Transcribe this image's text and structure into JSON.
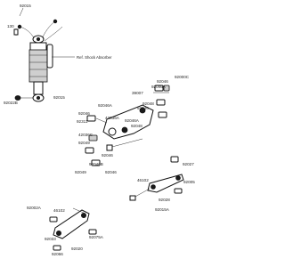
{
  "diagram": {
    "ref_label": "Ref. Shock Absorber",
    "part_labels": {
      "p92015_top": "92015",
      "p130": "130",
      "p92015_mid": "92015",
      "p92022b": "92022B",
      "p92046_a": "92046",
      "p92046a_a": "92046A",
      "p92000c": "92000C",
      "p39007": "39007",
      "p92046a_b": "92046A",
      "p92048": "92048",
      "p92046_b": "92046",
      "p92046_c": "92046",
      "p92311": "92311",
      "p42036a": "42036A",
      "p42036c": "42036C",
      "p92046a_c": "92046A",
      "p92048_b": "92048",
      "p92049": "92049",
      "p92046_d": "92046",
      "p92046b": "92046B",
      "p92049_b": "92049",
      "p92046_e": "92046",
      "p92027": "92027",
      "p92002a": "92002A",
      "p46102_a": "46102",
      "p46102_b": "46102",
      "p92028": "92028",
      "p92075a": "92075A",
      "p92033": "92033",
      "p92015a": "92015A",
      "p92005": "92005",
      "p92020": "92020",
      "p92066": "92066"
    }
  }
}
